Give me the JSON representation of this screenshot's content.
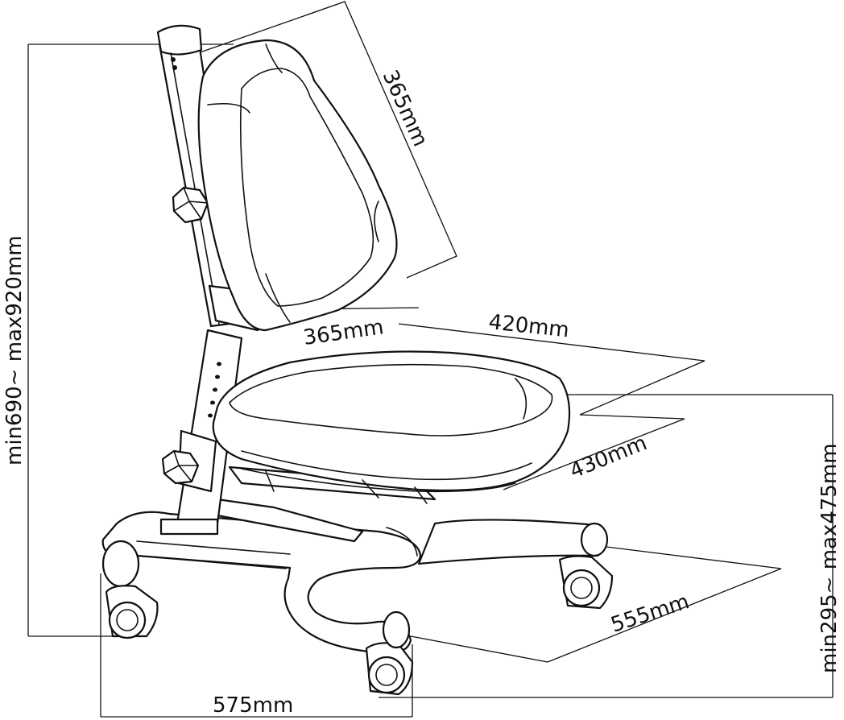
{
  "dimensions": {
    "backrest_height": "365mm",
    "backrest_width": "365mm",
    "seat_width": "420mm",
    "seat_depth": "430mm",
    "base_depth": "555mm",
    "base_width": "575mm",
    "total_height": "min690~ max920mm",
    "seat_height": "min295~ max475mm"
  }
}
